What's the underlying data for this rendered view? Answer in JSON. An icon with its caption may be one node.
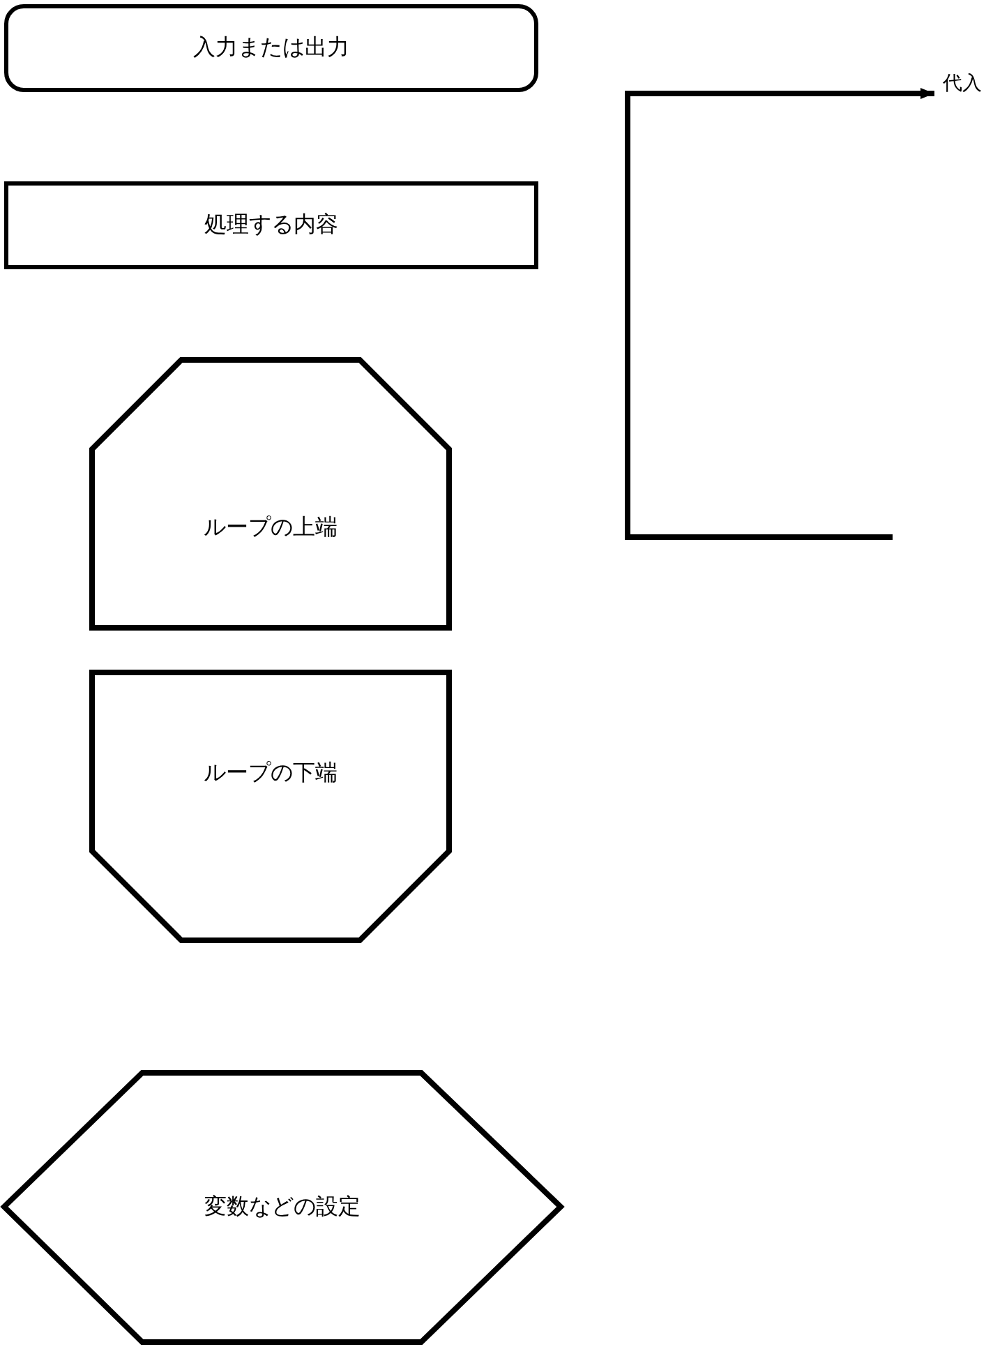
{
  "diagram": {
    "nodes": [
      {
        "text": [
          "入力または出力"
        ]
      },
      {
        "text": [
          "処理する内容"
        ]
      },
      {
        "text": [
          "ループの上端"
        ]
      },
      {
        "text": [
          "ループの下端"
        ]
      },
      {
        "text": [
          "変数などの設定"
        ]
      },
      {
        "text": [
          "代入"
        ]
      }
    ],
    "edges": [
      {
        "from": null,
        "to": 5,
        "arrow": "to"
      }
    ]
  }
}
